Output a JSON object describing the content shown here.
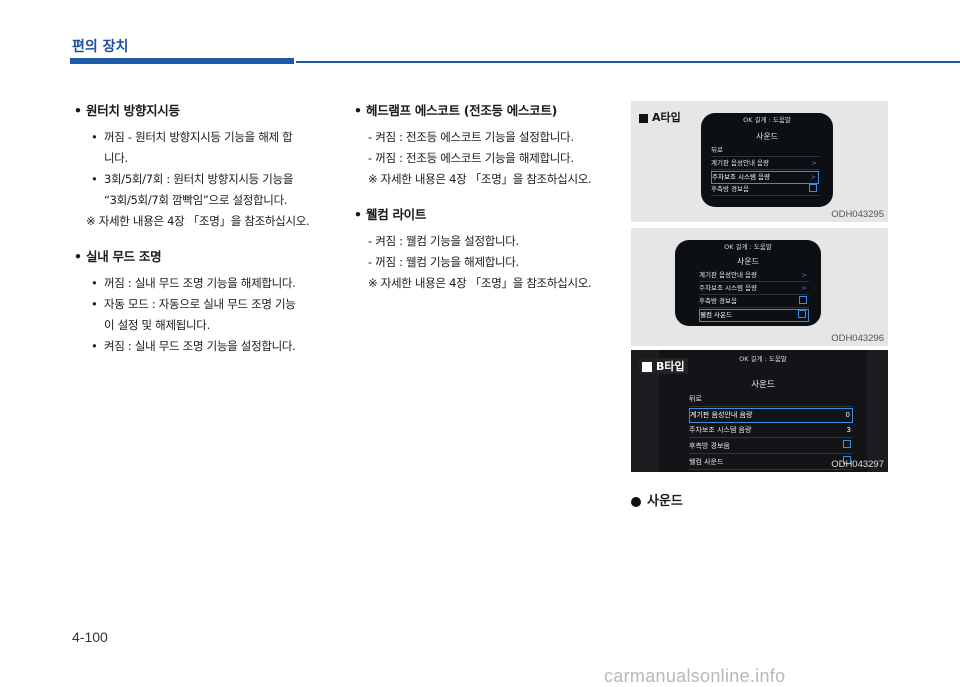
{
  "header": {
    "title": "편의 장치"
  },
  "col1": {
    "sec1_title": "원터치 방향지시등",
    "sec1_items": [
      "꺼짐 - 원터치 방향지시등 기능을 해제 합",
      "니다.",
      "3회/5회/7회 : 원터치 방향지시등 기능을",
      "“3회/5회/7회 깜빡임”으로 설정합니다."
    ],
    "sec1_note": "※ 자세한 내용은 4장 「조명」을 참조하십시오.",
    "sec2_title": "실내 무드 조명",
    "sec2_items": [
      "꺼짐 : 실내 무드 조명 기능을 해제합니다.",
      "자동 모드 : 자동으로 실내 무드 조명 기능",
      "이 설정 및 해제됩니다.",
      "켜짐 : 실내 무드 조명 기능을 설정합니다."
    ]
  },
  "col2": {
    "sec1_title": "헤드램프 에스코트 (전조등 에스코트)",
    "sec1_lines": [
      "- 켜짐 : 전조등 에스코트 기능을 설정합니다.",
      "- 꺼짐 : 전조등 에스코트 기능을 해제합니다.",
      "※ 자세한 내용은 4장 「조명」을 참조하십시오."
    ],
    "sec2_title": "웰컴 라이트",
    "sec2_lines": [
      "- 켜짐 : 웰컴 기능을 설정합니다.",
      "- 꺼짐 : 웰컴 기능을 해제합니다.",
      "※ 자세한 내용은 4장 「조명」을 참조하십시오."
    ]
  },
  "images": {
    "img1": {
      "label": "A타입",
      "code": "ODH043295",
      "top": "OK 길게 : 도움말",
      "title": "사운드",
      "rows": [
        "뒤로",
        "계기판 음성안내 음량",
        "주차보조 시스템 음량",
        "후측방 경보음"
      ]
    },
    "img2": {
      "code": "ODH043296",
      "top": "OK 길게 : 도움말",
      "title": "사운드",
      "rows": [
        "계기판 음성안내 음량",
        "주차보조 시스템 음량",
        "후측방 경보음",
        "웰컴 사운드"
      ]
    },
    "img3": {
      "label": "B타입",
      "code": "ODH043297",
      "top": "OK 길게 : 도움말",
      "title": "사운드",
      "rows": [
        "뒤로",
        "계기판 음성안내 음량",
        "주차보조 시스템 음량",
        "후측방 경보음",
        "웰컴 사운드"
      ],
      "values": [
        "0",
        "3"
      ]
    }
  },
  "sound_title": "사운드",
  "page_number": "4-100",
  "watermark": "carmanualsonline.info"
}
